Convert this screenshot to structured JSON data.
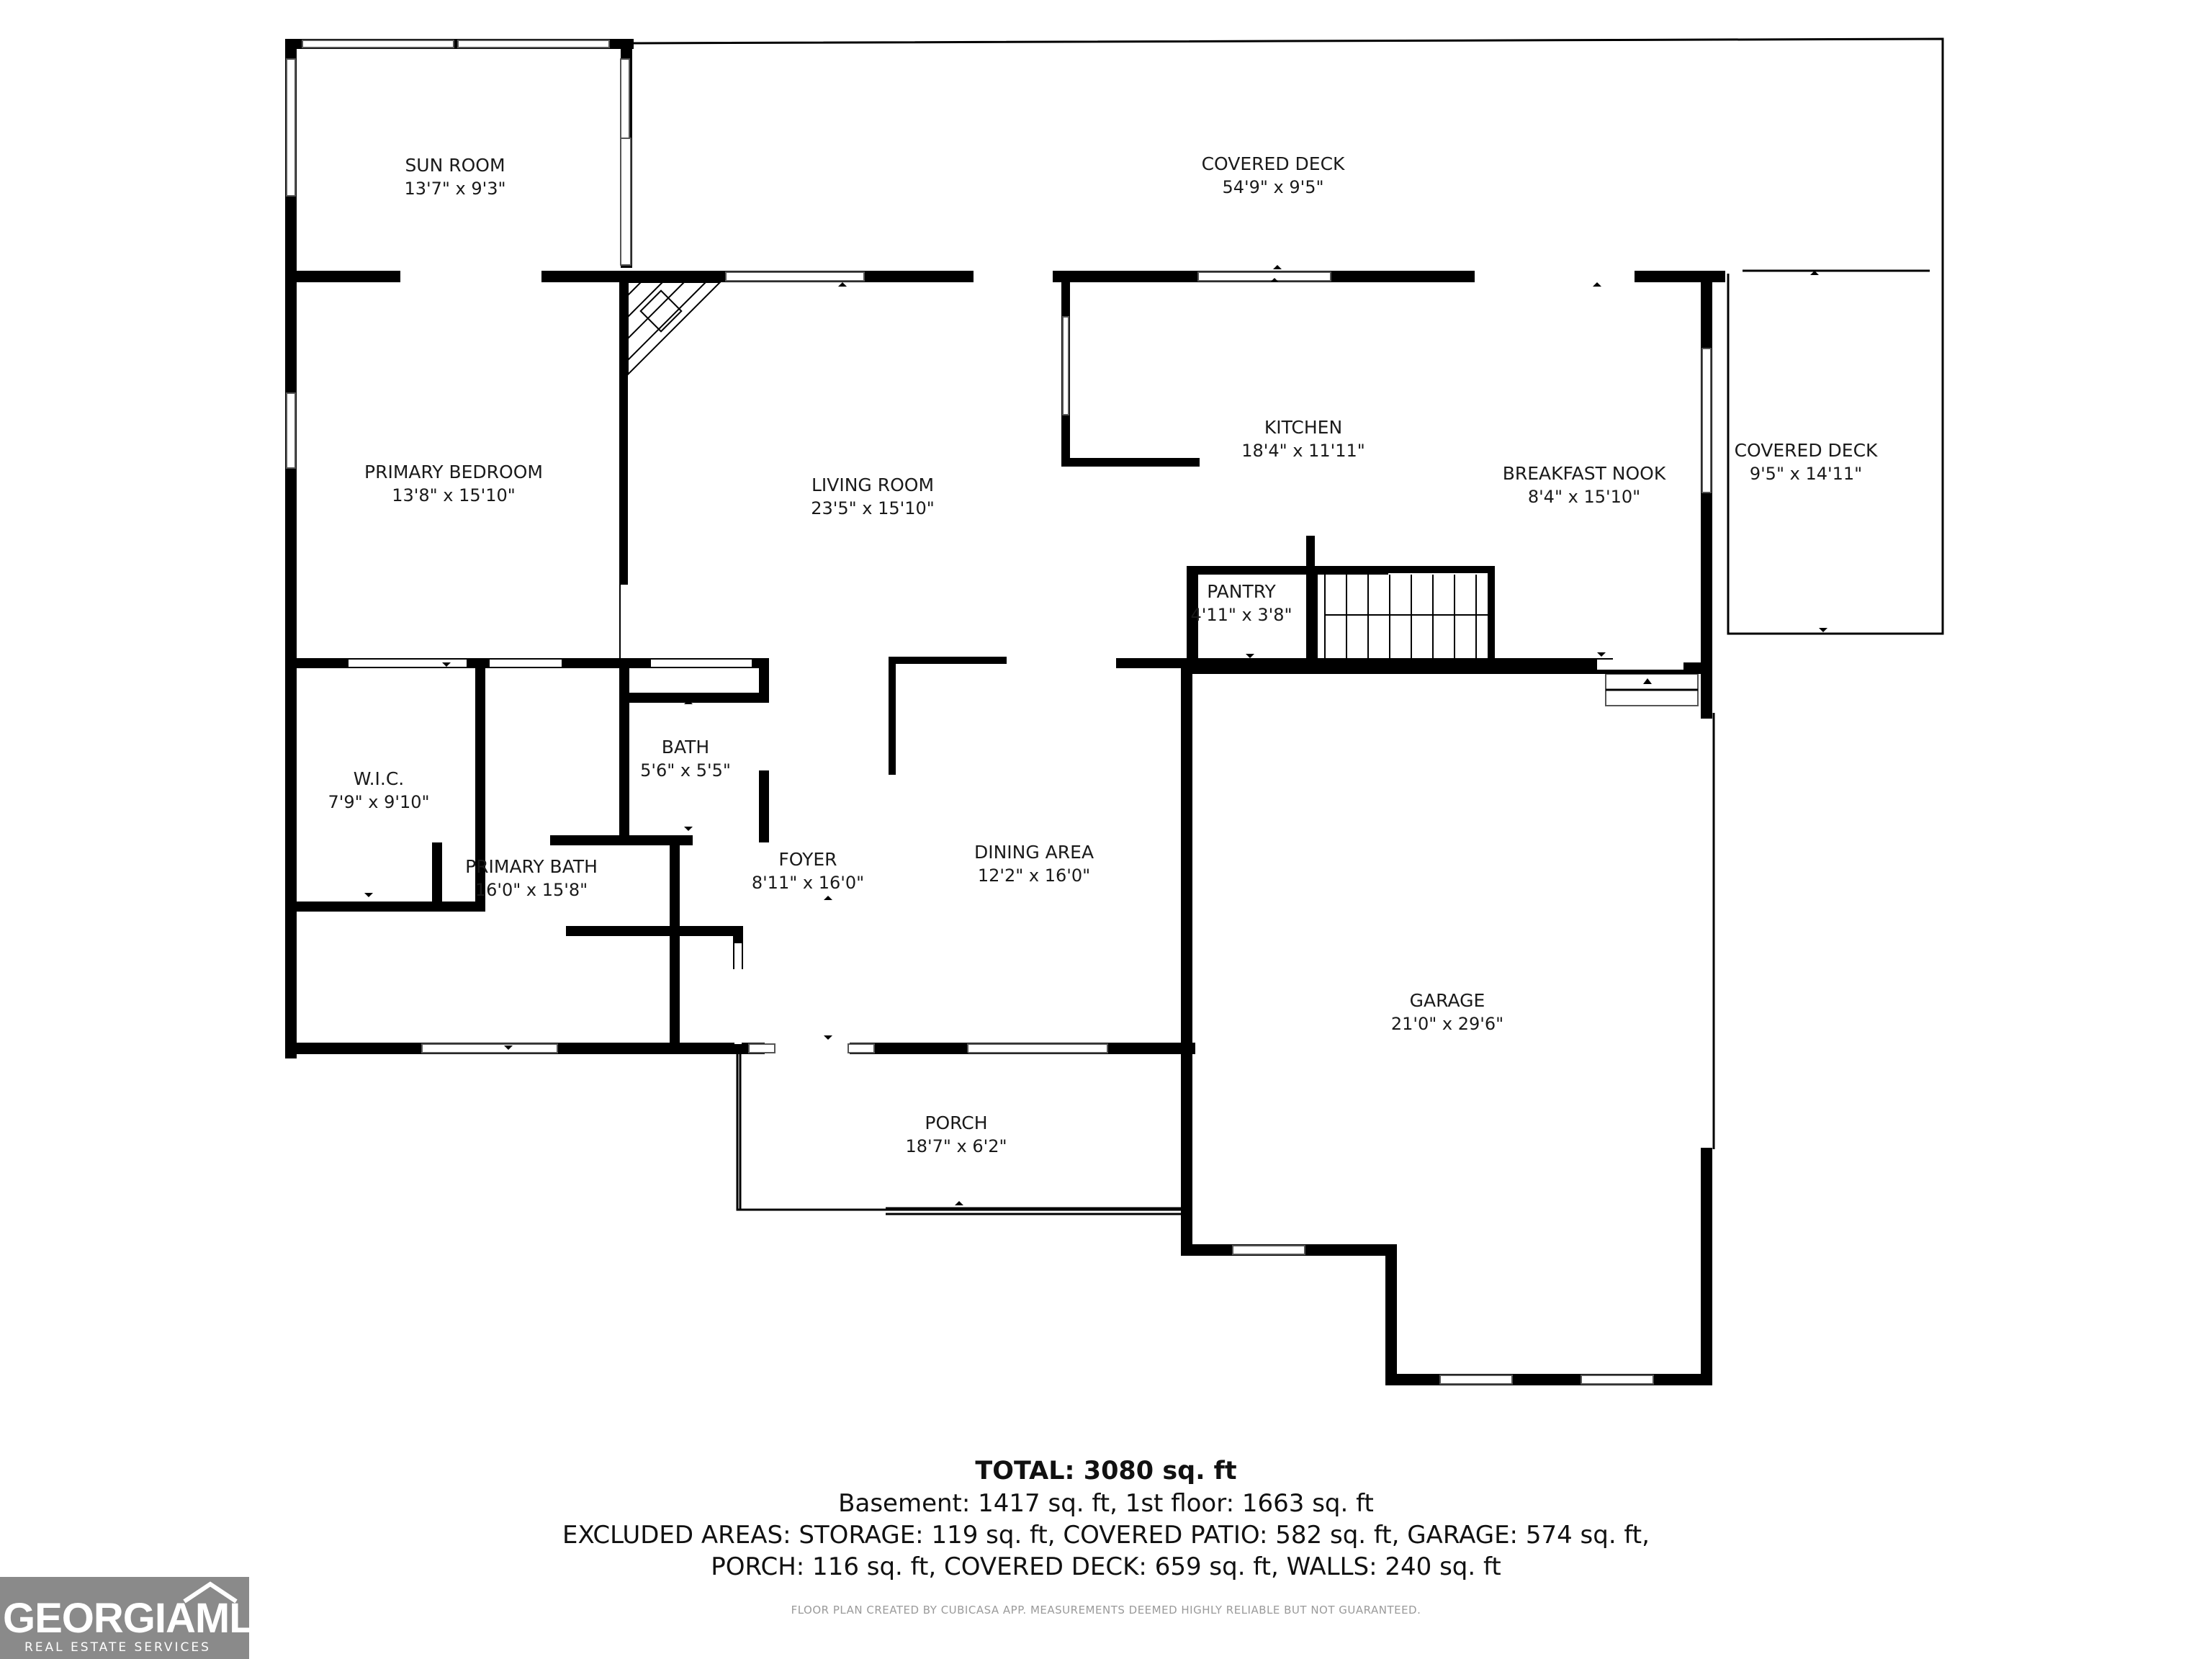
{
  "rooms": [
    {
      "name": "SUN ROOM",
      "dims": "13'7\" x 9'3\""
    },
    {
      "name": "COVERED DECK",
      "dims": "54'9\" x 9'5\""
    },
    {
      "name": "PRIMARY BEDROOM",
      "dims": "13'8\" x 15'10\""
    },
    {
      "name": "LIVING ROOM",
      "dims": "23'5\" x 15'10\""
    },
    {
      "name": "KITCHEN",
      "dims": "18'4\" x 11'11\""
    },
    {
      "name": "BREAKFAST NOOK",
      "dims": "8'4\" x 15'10\""
    },
    {
      "name": "COVERED DECK",
      "dims": "9'5\" x 14'11\""
    },
    {
      "name": "PANTRY",
      "dims": "4'11\" x 3'8\""
    },
    {
      "name": "W.I.C.",
      "dims": "7'9\" x 9'10\""
    },
    {
      "name": "BATH",
      "dims": "5'6\" x 5'5\""
    },
    {
      "name": "PRIMARY BATH",
      "dims": "16'0\" x 15'8\""
    },
    {
      "name": "FOYER",
      "dims": "8'11\" x 16'0\""
    },
    {
      "name": "DINING AREA",
      "dims": "12'2\" x 16'0\""
    },
    {
      "name": "GARAGE",
      "dims": "21'0\" x 29'6\""
    },
    {
      "name": "PORCH",
      "dims": "18'7\" x 6'2\""
    }
  ],
  "summary": {
    "total_label": "TOTAL: 3080 sq. ft",
    "line1": "Basement: 1417 sq. ft, 1st floor: 1663 sq. ft",
    "line2": "EXCLUDED AREAS: STORAGE: 119 sq. ft, COVERED PATIO: 582 sq. ft, GARAGE: 574 sq. ft,",
    "line3": "PORCH: 116 sq. ft, COVERED DECK: 659 sq. ft, WALLS: 240 sq. ft"
  },
  "disclaimer": "FLOOR PLAN CREATED BY CUBICASA APP. MEASUREMENTS DEEMED HIGHLY RELIABLE BUT NOT GUARANTEED.",
  "logo": {
    "word": "GEORGIAMLS",
    "sub": "REAL ESTATE SERVICES"
  },
  "colors": {
    "walls": "#000000",
    "logo_bg": "#8a8a8a",
    "text": "#1a1a1a"
  }
}
